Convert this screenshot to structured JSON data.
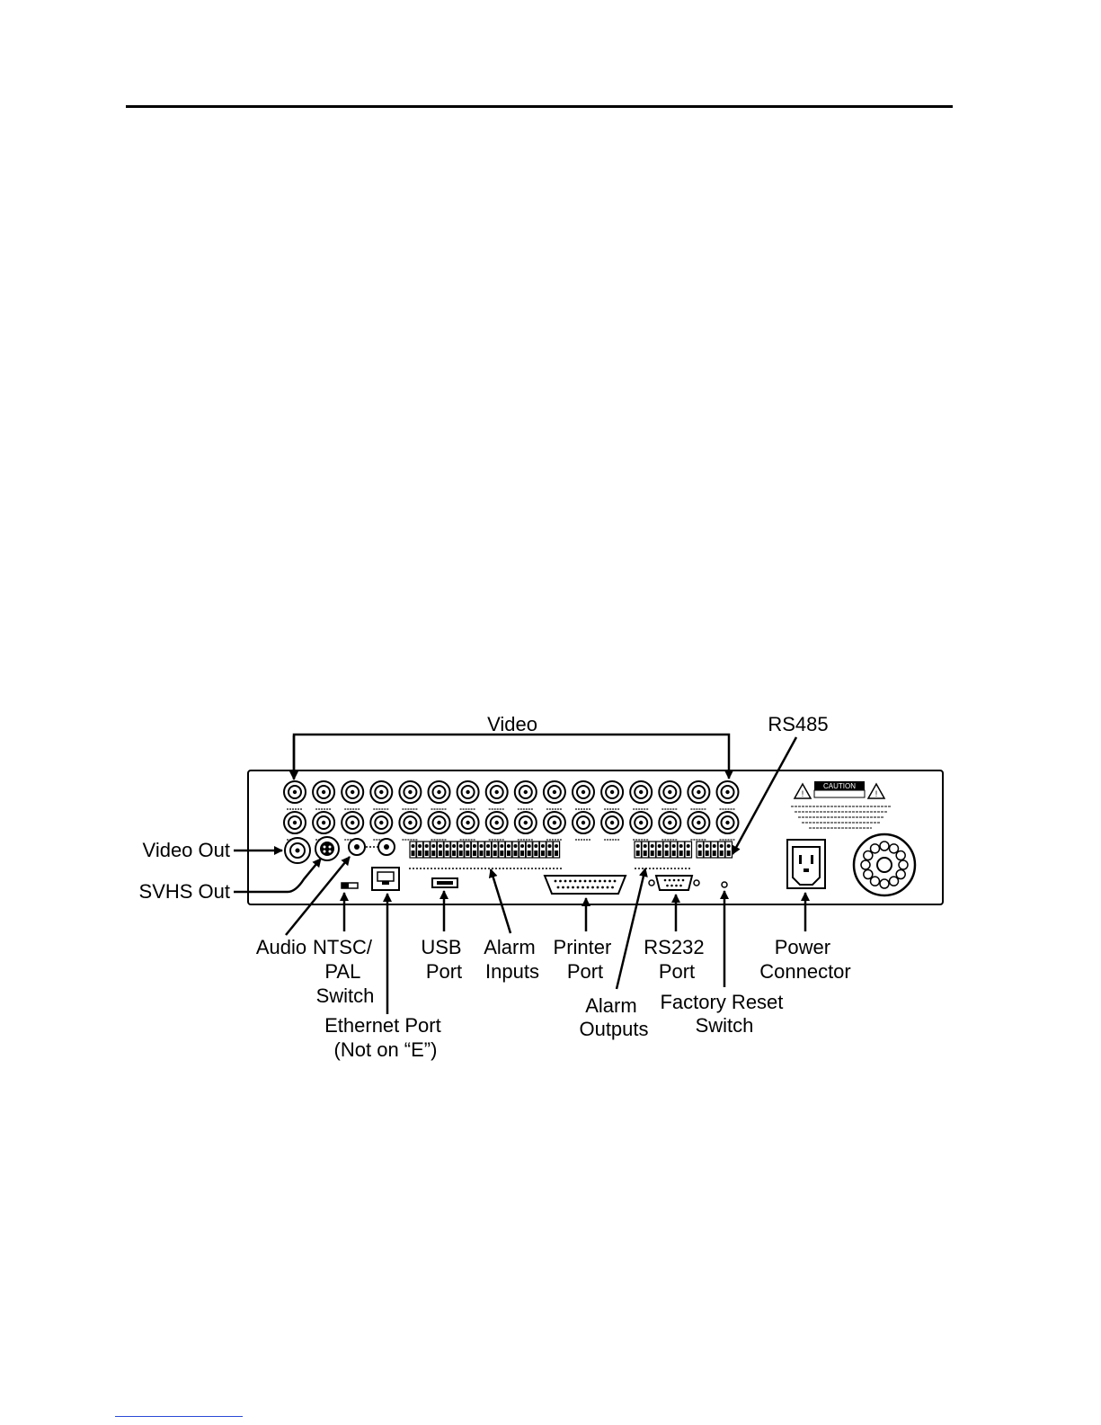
{
  "labels": {
    "video": "Video",
    "rs485": "RS485",
    "video_out": "Video Out",
    "svhs_out": "SVHS Out",
    "audio": "Audio",
    "ntsc_pal_switch": [
      "NTSC/",
      "PAL",
      "Switch"
    ],
    "ethernet_port": [
      "Ethernet Port",
      "(Not on “E”)"
    ],
    "usb_port": [
      "USB",
      "Port"
    ],
    "alarm_inputs": [
      "Alarm",
      "Inputs"
    ],
    "printer_port": [
      "Printer",
      "Port"
    ],
    "alarm_outputs": [
      "Alarm",
      "Outputs"
    ],
    "rs232_port": [
      "RS232",
      "Port"
    ],
    "factory_reset_switch": [
      "Factory Reset",
      "Switch"
    ],
    "power_connector": [
      "Power",
      "Connector"
    ]
  },
  "panel": {
    "caution": "CAUTION"
  }
}
